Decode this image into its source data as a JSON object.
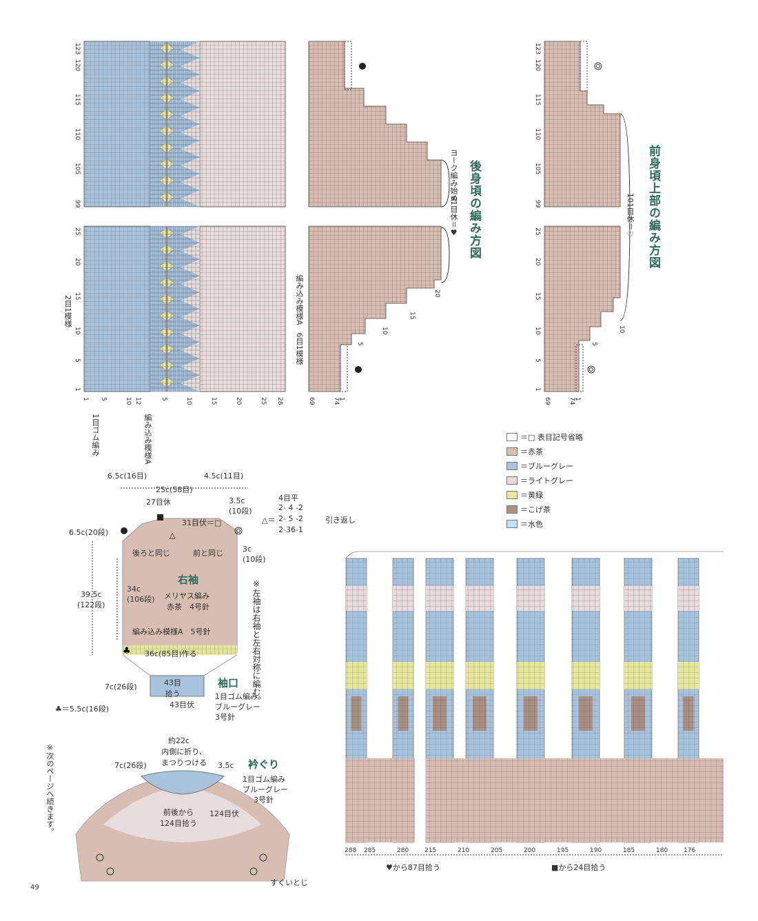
{
  "titles": {
    "back": "後身頃の編み方図",
    "front": "前身頃上部の編み方図",
    "sleeve": "右袖",
    "cuff": "袖口",
    "collar": "衿ぐり"
  },
  "colors": {
    "red_brown": "#d8bdb2",
    "blue_gray": "#a9c3dc",
    "light_gray": "#e8dcdc",
    "yellow_green": "#e6ea9e",
    "dark_brown": "#a99186",
    "aqua": "#bfe3f4",
    "white": "#ffffff"
  },
  "legend": [
    {
      "key": "white",
      "label": "＝□ 表目記号省略"
    },
    {
      "key": "red_brown",
      "label": "＝赤茶"
    },
    {
      "key": "blue_gray",
      "label": "＝ブルーグレー"
    },
    {
      "key": "light_gray",
      "label": "＝ライトグレー"
    },
    {
      "key": "yellow_green",
      "label": "＝黄緑"
    },
    {
      "key": "dark_brown",
      "label": "＝こげ茶"
    },
    {
      "key": "aqua",
      "label": "＝水色"
    }
  ],
  "back_chart": {
    "row_ticks_top": [
      "123",
      "120",
      "115",
      "110",
      "105",
      "99"
    ],
    "row_ticks_bottom": [
      "25",
      "20",
      "15",
      "10",
      "5",
      "1"
    ],
    "col_ticks_left": [
      "1",
      "5",
      "10",
      "12",
      "5",
      "10",
      "15",
      "20",
      "25",
      "28"
    ],
    "col_ticks_right": [
      "69",
      "74",
      "1",
      "5",
      "10",
      "15",
      "20"
    ],
    "yoke_note": "ヨーク編み始め",
    "stitch_count": "91目休＝♥",
    "pattern_note": "編み込み模様A　6目1模様",
    "left_note": "2目1模様",
    "bottom_labels": [
      "1目ゴム編み",
      "編み込み模様A"
    ]
  },
  "front_chart": {
    "row_ticks_top": [
      "123",
      "120",
      "115",
      "110",
      "105",
      "99"
    ],
    "row_ticks_bottom": [
      "25",
      "20",
      "15",
      "10",
      "5",
      "1"
    ],
    "col_ticks": [
      "69",
      "74",
      "1",
      "5",
      "10"
    ],
    "stitch_count": "101目休＝♡"
  },
  "sleeve": {
    "top_width": "25c(58目)",
    "left_top": "6.5c(16目)",
    "right_top": "4.5c(11目)",
    "rest": "27目休",
    "bind": "31目伏＝□",
    "shoulder_right": "3.5c\n(10段)",
    "shoulder_left": "6.5c(20段)",
    "side_right": "3c\n(10段)",
    "same_back": "後ろと同じ",
    "same_front": "前と同じ",
    "length": "39.5c\n(122段)",
    "body_len": "34c\n(106段)",
    "stitch": "メリヤス編み",
    "yarn_needle": "赤茶　4号針",
    "pattern": "編み込み模様A　5号針",
    "cast_on": "36c(85目)作る",
    "decrease": [
      "4目平",
      "2- 4 -2",
      "2- 5 -2",
      "2-36-1"
    ],
    "triangle": "△＝",
    "short_rows": "引き返し",
    "note": "※左袖は右袖と左右対称に編む。",
    "cuff_pick": "43目\n拾う",
    "cuff_bind": "43目伏",
    "cuff_len": "7c(26段)",
    "club": "♣＝5.5c(16段)",
    "cuff_desc": [
      "1目ゴム編み",
      "ブルーグレー",
      "3号針"
    ]
  },
  "collar": {
    "width": "約22c",
    "fold": "内側に折り、\nまつりつける",
    "left": "7c(26段)",
    "right": "3.5c",
    "pick": "前後から\n124目拾う",
    "bind": "124目伏",
    "desc": [
      "1目ゴム編み",
      "ブルーグレー",
      "3号針"
    ],
    "seam": "すくいとじ",
    "continue_note": "※次のページへ続きます。"
  },
  "yoke_chart": {
    "col_ticks": [
      "288",
      "285",
      "280",
      "215",
      "210",
      "205",
      "200",
      "195",
      "190",
      "185",
      "180",
      "176"
    ],
    "pick_heart": "♥から87目拾う",
    "pick_square": "■から24目拾う"
  },
  "page_number": "49"
}
